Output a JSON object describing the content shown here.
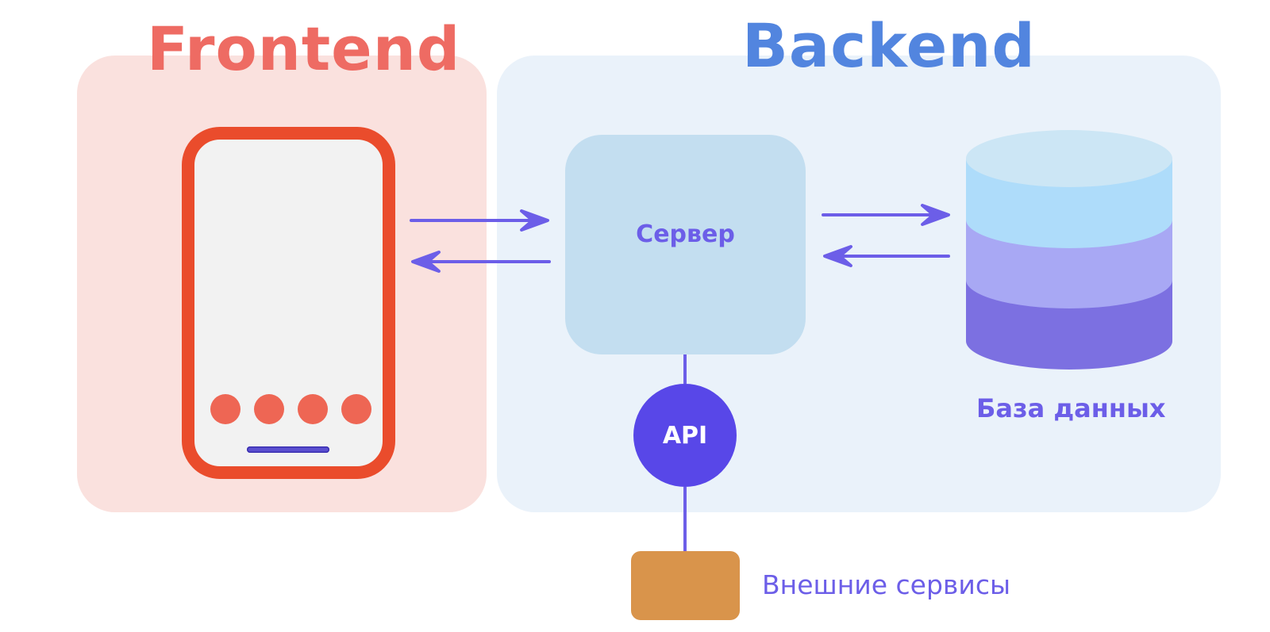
{
  "frontend": {
    "title": "Frontend"
  },
  "backend": {
    "title": "Backend"
  },
  "server": {
    "label": "Сервер"
  },
  "api": {
    "label": "API"
  },
  "database": {
    "label": "База данных"
  },
  "external": {
    "label": "Внешние сервисы"
  },
  "colors": {
    "frontend_panel": "#fae1de",
    "backend_panel": "#eaf2fa",
    "frontend_title": "#ee6b63",
    "backend_title": "#5285df",
    "phone_border": "#ea4c2c",
    "phone_screen": "#f2f2f2",
    "phone_dot": "#ee6654",
    "home_bar": "#5b4fcf",
    "server_box": "#c3def0",
    "accent_purple": "#6c5ee8",
    "api_circle": "#5847e8",
    "external_box": "#d9944b",
    "db_top": "#cce6f5",
    "db_layer1": "#aedcfa",
    "db_layer2": "#a8a8f4",
    "db_layer3": "#7c70e1"
  },
  "phone": {
    "dot_count": 4
  }
}
